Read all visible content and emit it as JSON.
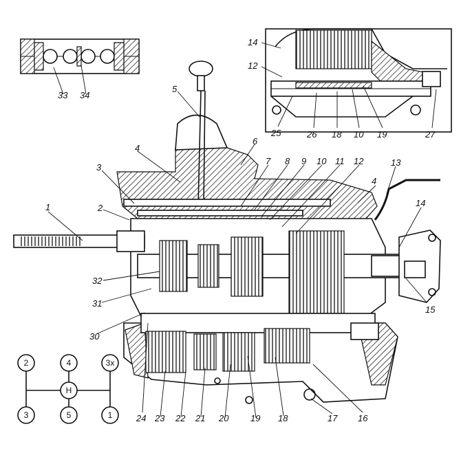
{
  "callouts": [
    "1",
    "2",
    "3",
    "4",
    "5",
    "6",
    "7",
    "8",
    "9",
    "10",
    "11",
    "12",
    "13",
    "14",
    "15",
    "16",
    "17",
    "18",
    "19",
    "20",
    "21",
    "22",
    "23",
    "24",
    "25",
    "26",
    "27",
    "30",
    "31",
    "32",
    "33",
    "34"
  ],
  "inset_callouts": [
    "14",
    "12",
    "25",
    "26",
    "18",
    "10",
    "19",
    "27"
  ],
  "detail_callouts": [
    "33",
    "34"
  ],
  "shift_pattern": {
    "top": [
      "2",
      "4",
      "3x"
    ],
    "center": "H",
    "bottom": [
      "3",
      "5",
      "1"
    ]
  }
}
